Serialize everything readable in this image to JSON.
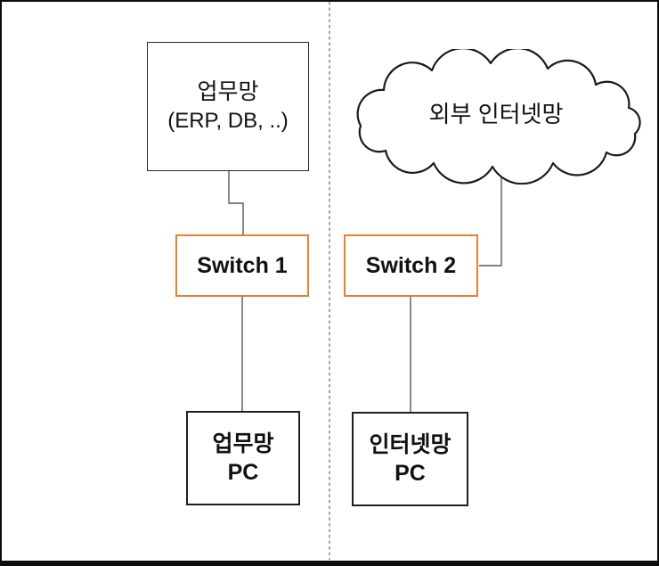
{
  "diagram": {
    "left_zone": {
      "server_box": {
        "line1": "업무망",
        "line2": "(ERP, DB, ..)"
      },
      "switch_label": "Switch 1",
      "pc_box": {
        "line1": "업무망",
        "line2": "PC"
      }
    },
    "right_zone": {
      "cloud_label": "외부 인터넷망",
      "switch_label": "Switch 2",
      "pc_box": {
        "line1": "인터넷망",
        "line2": "PC"
      }
    }
  },
  "colors": {
    "switch_border": "#ED7D31",
    "box_border": "#262626",
    "pc_border": "#1f1f1f",
    "connector": "#595959",
    "divider": "#A6A6A6",
    "frame": "#0d0d0d",
    "text": "#111111",
    "cloud_stroke": "#1a1a1a"
  }
}
